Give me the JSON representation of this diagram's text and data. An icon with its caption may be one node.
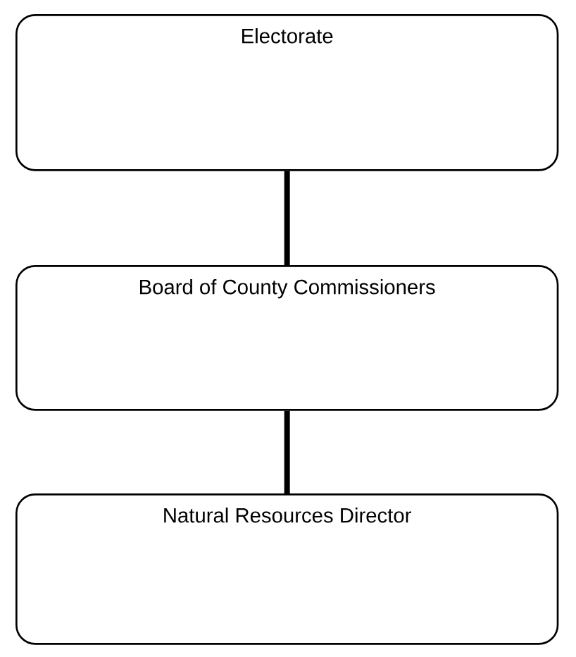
{
  "diagram": {
    "nodes": [
      {
        "text": [
          "Electorate"
        ]
      },
      {
        "text": [
          "Board of County Commissioners"
        ]
      },
      {
        "text": [
          "Natural Resources Director"
        ]
      }
    ],
    "edges": [
      {
        "from": 0,
        "to": 1,
        "arrow": "none"
      },
      {
        "from": 1,
        "to": 2,
        "arrow": "none"
      }
    ]
  }
}
